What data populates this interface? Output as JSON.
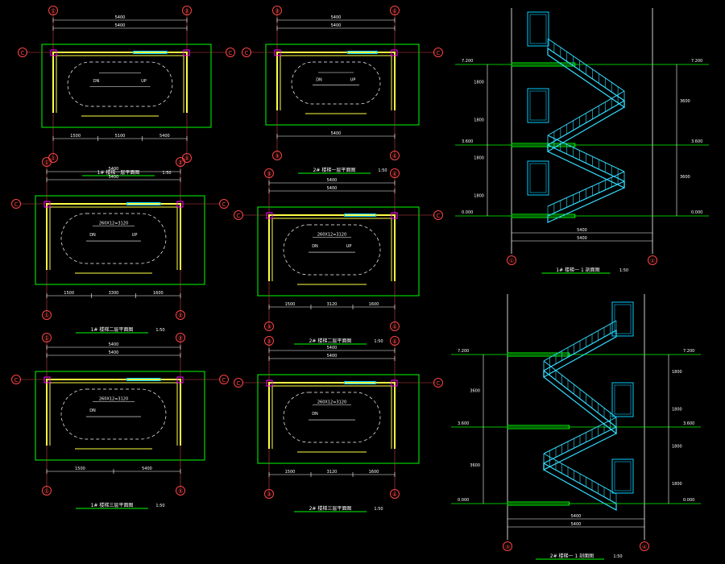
{
  "colors": {
    "background": "#000000",
    "wall": "#ffff44",
    "green": "#00ff00",
    "dim": "#ffffff",
    "axis": "#ff4444",
    "magenta": "#ff00ff",
    "cyan": "#00ccff",
    "stair": "#33ddff",
    "grid": "#cc4444",
    "label": "#ffffff"
  },
  "plans": [
    {
      "id": "plan-1a",
      "title": "1# 楼梯一层平面图",
      "scale": "1:50",
      "top_dims": [
        "5400",
        "5400"
      ],
      "bottom_dims": [
        "1500",
        "5100",
        "5400"
      ],
      "axis_top": [
        "①",
        "②"
      ],
      "axis_bottom": [
        "①",
        "②"
      ],
      "side_axis": "C",
      "label_dn": "DN",
      "label_up": "UP"
    },
    {
      "id": "plan-1b",
      "title": "1# 楼梯二层平面图",
      "scale": "1:50",
      "top_dims": [
        "5400",
        "5400"
      ],
      "bottom_dims": [
        "1500",
        "3300",
        "1600"
      ],
      "axis_top": [
        "①",
        "②"
      ],
      "axis_bottom": [
        "①",
        "②"
      ],
      "side_axis": "C",
      "label_dn": "DN",
      "label_up": "UP",
      "stair_note": "260X12=3120"
    },
    {
      "id": "plan-1c",
      "title": "1# 楼梯三层平面图",
      "scale": "1:50",
      "top_dims": [
        "5400",
        "5400"
      ],
      "bottom_dims": [
        "1500",
        "5400"
      ],
      "axis_top": [
        "①",
        "②"
      ],
      "axis_bottom": [
        "①",
        "②"
      ],
      "side_axis": "C",
      "label_dn": "DN",
      "stair_note": "260X12=3120"
    },
    {
      "id": "plan-2a",
      "title": "2# 楼梯一层平面图",
      "scale": "1:50",
      "top_dims": [
        "5400",
        "5400"
      ],
      "bottom_dims": [
        "5400"
      ],
      "axis_top": [
        "③",
        "④"
      ],
      "axis_bottom": [
        "③",
        "④"
      ],
      "side_axis": "C",
      "label_dn": "DN",
      "label_up": "UP"
    },
    {
      "id": "plan-2b",
      "title": "2# 楼梯二层平面图",
      "scale": "1:50",
      "top_dims": [
        "5400",
        "5400"
      ],
      "bottom_dims": [
        "1500",
        "3120",
        "1600"
      ],
      "axis_top": [
        "③",
        "④"
      ],
      "axis_bottom": [
        "③",
        "④"
      ],
      "side_axis": "C",
      "label_dn": "DN",
      "label_up": "UP",
      "stair_note": "260X12=3120"
    },
    {
      "id": "plan-2c",
      "title": "2# 楼梯三层平面图",
      "scale": "1:50",
      "top_dims": [
        "5400",
        "5400"
      ],
      "bottom_dims": [
        "1500",
        "3120",
        "1600"
      ],
      "axis_top": [
        "③",
        "④"
      ],
      "axis_bottom": [
        "③",
        "④"
      ],
      "side_axis": "C",
      "label_dn": "DN",
      "stair_note": "260X12=3120"
    }
  ],
  "sections": [
    {
      "id": "section-1",
      "title": "1# 楼梯一 1 剖面图",
      "scale": "1:50",
      "levels": [
        "7.200",
        "3.600",
        "0.000"
      ],
      "bottom_dims": [
        "5400",
        "5400"
      ],
      "axis_bottom": [
        "①",
        "②"
      ],
      "left_dims": [
        "1800",
        "1800",
        "1800",
        "1800"
      ],
      "right_dims": [
        "3600",
        "3600"
      ]
    },
    {
      "id": "section-2",
      "title": "2# 楼梯一 1 剖面图",
      "scale": "1:50",
      "levels": [
        "7.200",
        "3.600",
        "0.000"
      ],
      "bottom_dims": [
        "5400",
        "5400"
      ],
      "axis_bottom": [
        "③",
        "④"
      ],
      "left_dims": [
        "3600",
        "3600"
      ],
      "right_dims": [
        "1800",
        "1800",
        "1800",
        "1800"
      ]
    }
  ]
}
